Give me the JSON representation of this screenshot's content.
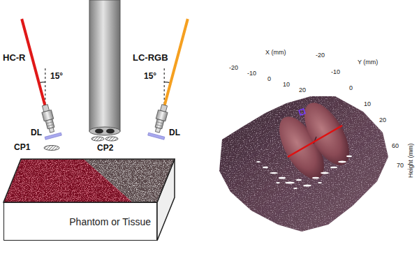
{
  "diagram": {
    "nodes": [
      {
        "text": [
          "Phantom or Tissue"
        ]
      }
    ],
    "labels": [
      "HC-R",
      "LC-RGB",
      "15°",
      "15°",
      "DL",
      "DL",
      "CP1",
      "CP2",
      "X (mm)",
      "-20",
      "-10",
      "0",
      "10",
      "20",
      "Y (mm)",
      "-20",
      "-10",
      "0",
      "10",
      "20",
      "60",
      "70",
      "Height (mm)"
    ]
  }
}
